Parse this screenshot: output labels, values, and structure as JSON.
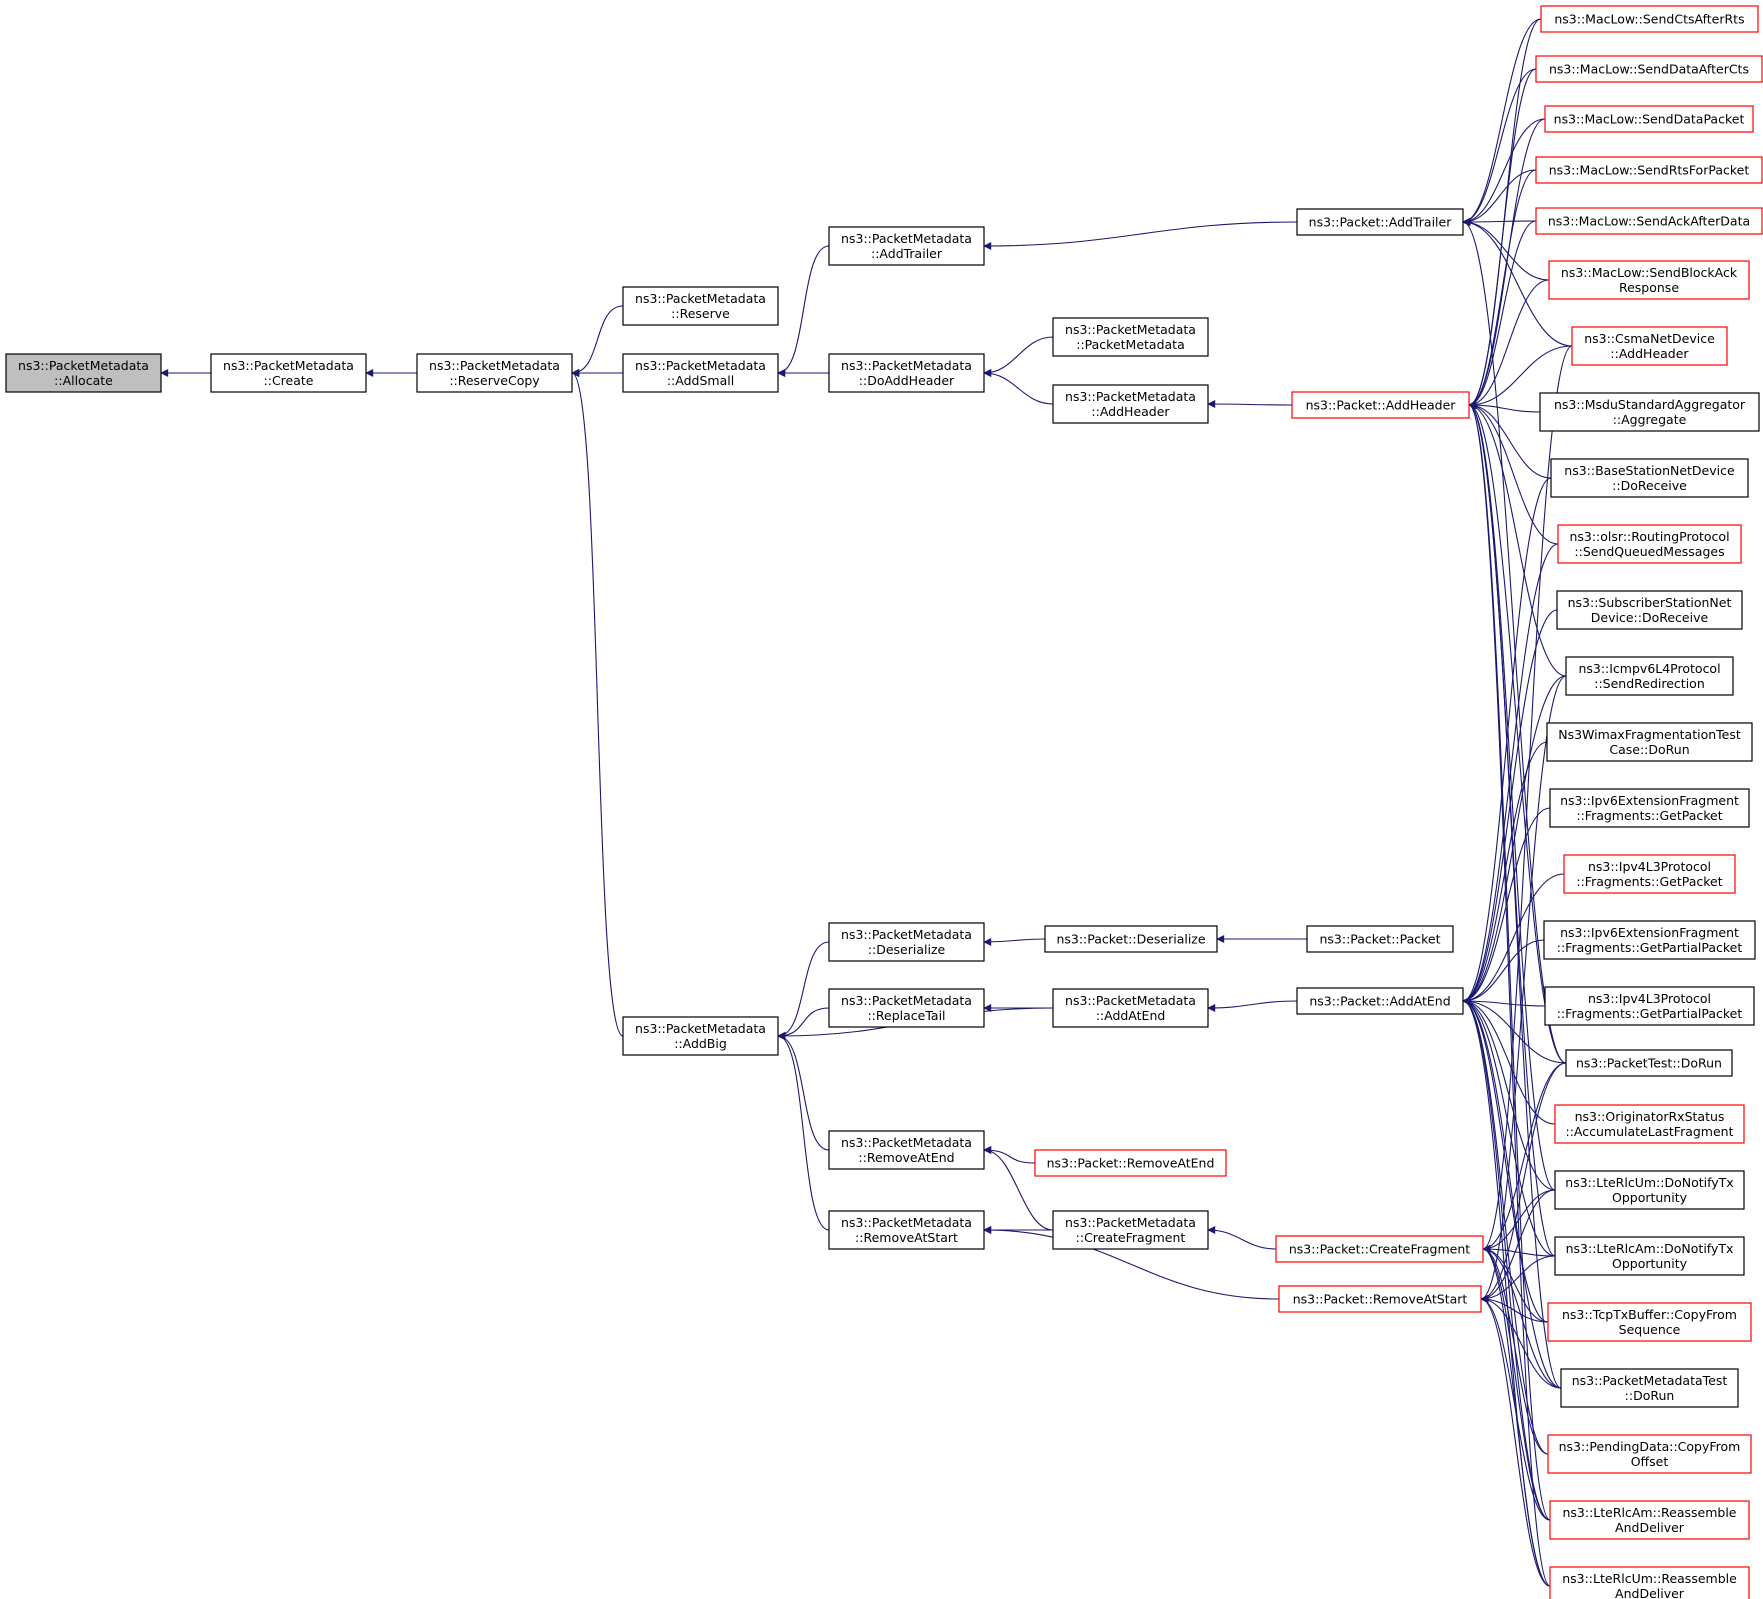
{
  "colors": {
    "edge": "#191970",
    "root_fill": "#bfbfbf",
    "node_fill": "#ffffff",
    "border_normal": "#000000",
    "border_truncated": "#ff0000"
  },
  "nodes": [
    {
      "id": "allocate",
      "lines": [
        "ns3::PacketMetadata",
        "::Allocate"
      ],
      "kind": "root"
    },
    {
      "id": "create",
      "lines": [
        "ns3::PacketMetadata",
        "::Create"
      ],
      "kind": "normal"
    },
    {
      "id": "reservecopy",
      "lines": [
        "ns3::PacketMetadata",
        "::ReserveCopy"
      ],
      "kind": "normal"
    },
    {
      "id": "reserve",
      "lines": [
        "ns3::PacketMetadata",
        "::Reserve"
      ],
      "kind": "normal"
    },
    {
      "id": "addsmall",
      "lines": [
        "ns3::PacketMetadata",
        "::AddSmall"
      ],
      "kind": "normal"
    },
    {
      "id": "addbig",
      "lines": [
        "ns3::PacketMetadata",
        "::AddBig"
      ],
      "kind": "normal"
    },
    {
      "id": "pm_addtrailer",
      "lines": [
        "ns3::PacketMetadata",
        "::AddTrailer"
      ],
      "kind": "normal"
    },
    {
      "id": "pm_doaddheader",
      "lines": [
        "ns3::PacketMetadata",
        "::DoAddHeader"
      ],
      "kind": "normal"
    },
    {
      "id": "pm_deserialize",
      "lines": [
        "ns3::PacketMetadata",
        "::Deserialize"
      ],
      "kind": "normal"
    },
    {
      "id": "pm_replacetail",
      "lines": [
        "ns3::PacketMetadata",
        "::ReplaceTail"
      ],
      "kind": "normal"
    },
    {
      "id": "pm_removeatend",
      "lines": [
        "ns3::PacketMetadata",
        "::RemoveAtEnd"
      ],
      "kind": "normal"
    },
    {
      "id": "pm_removeatstart",
      "lines": [
        "ns3::PacketMetadata",
        "::RemoveAtStart"
      ],
      "kind": "normal"
    },
    {
      "id": "pm_packetmetadata",
      "lines": [
        "ns3::PacketMetadata",
        "::PacketMetadata"
      ],
      "kind": "normal"
    },
    {
      "id": "pm_addheader",
      "lines": [
        "ns3::PacketMetadata",
        "::AddHeader"
      ],
      "kind": "normal"
    },
    {
      "id": "p_deserialize",
      "lines": [
        "ns3::Packet::Deserialize"
      ],
      "kind": "normal"
    },
    {
      "id": "pm_addatend",
      "lines": [
        "ns3::PacketMetadata",
        "::AddAtEnd"
      ],
      "kind": "normal"
    },
    {
      "id": "p_removeatend",
      "lines": [
        "ns3::Packet::RemoveAtEnd"
      ],
      "kind": "truncated"
    },
    {
      "id": "pm_createfragment",
      "lines": [
        "ns3::PacketMetadata",
        "::CreateFragment"
      ],
      "kind": "normal"
    },
    {
      "id": "p_addtrailer",
      "lines": [
        "ns3::Packet::AddTrailer"
      ],
      "kind": "normal"
    },
    {
      "id": "p_addheader",
      "lines": [
        "ns3::Packet::AddHeader"
      ],
      "kind": "truncated"
    },
    {
      "id": "p_packet",
      "lines": [
        "ns3::Packet::Packet"
      ],
      "kind": "normal"
    },
    {
      "id": "p_addatend",
      "lines": [
        "ns3::Packet::AddAtEnd"
      ],
      "kind": "normal"
    },
    {
      "id": "p_createfragment",
      "lines": [
        "ns3::Packet::CreateFragment"
      ],
      "kind": "truncated"
    },
    {
      "id": "p_removeatstart",
      "lines": [
        "ns3::Packet::RemoveAtStart"
      ],
      "kind": "truncated"
    },
    {
      "id": "r_sendctsafterrts",
      "lines": [
        "ns3::MacLow::SendCtsAfterRts"
      ],
      "kind": "truncated"
    },
    {
      "id": "r_senddataaftercts",
      "lines": [
        "ns3::MacLow::SendDataAfterCts"
      ],
      "kind": "truncated"
    },
    {
      "id": "r_senddatapacket",
      "lines": [
        "ns3::MacLow::SendDataPacket"
      ],
      "kind": "truncated"
    },
    {
      "id": "r_sendrtsforpacket",
      "lines": [
        "ns3::MacLow::SendRtsForPacket"
      ],
      "kind": "truncated"
    },
    {
      "id": "r_sendackafterdata",
      "lines": [
        "ns3::MacLow::SendAckAfterData"
      ],
      "kind": "truncated"
    },
    {
      "id": "r_sendblockack",
      "lines": [
        "ns3::MacLow::SendBlockAck",
        "Response"
      ],
      "kind": "truncated"
    },
    {
      "id": "r_csma_addheader",
      "lines": [
        "ns3::CsmaNetDevice",
        "::AddHeader"
      ],
      "kind": "truncated"
    },
    {
      "id": "r_msdu_aggregate",
      "lines": [
        "ns3::MsduStandardAggregator",
        "::Aggregate"
      ],
      "kind": "normal"
    },
    {
      "id": "r_bs_doreceive",
      "lines": [
        "ns3::BaseStationNetDevice",
        "::DoReceive"
      ],
      "kind": "normal"
    },
    {
      "id": "r_olsr_send",
      "lines": [
        "ns3::olsr::RoutingProtocol",
        "::SendQueuedMessages"
      ],
      "kind": "truncated"
    },
    {
      "id": "r_ss_doreceive",
      "lines": [
        "ns3::SubscriberStationNet",
        "Device::DoReceive"
      ],
      "kind": "normal"
    },
    {
      "id": "r_icmpv6_redirect",
      "lines": [
        "ns3::Icmpv6L4Protocol",
        "::SendRedirection"
      ],
      "kind": "normal"
    },
    {
      "id": "r_wimax_dorun",
      "lines": [
        "Ns3WimaxFragmentationTest",
        "Case::DoRun"
      ],
      "kind": "normal"
    },
    {
      "id": "r_ipv6ext_getpacket",
      "lines": [
        "ns3::Ipv6ExtensionFragment",
        "::Fragments::GetPacket"
      ],
      "kind": "normal"
    },
    {
      "id": "r_ipv4l3_getpacket",
      "lines": [
        "ns3::Ipv4L3Protocol",
        "::Fragments::GetPacket"
      ],
      "kind": "truncated"
    },
    {
      "id": "r_ipv6ext_getpartial",
      "lines": [
        "ns3::Ipv6ExtensionFragment",
        "::Fragments::GetPartialPacket"
      ],
      "kind": "normal"
    },
    {
      "id": "r_ipv4l3_getpartial",
      "lines": [
        "ns3::Ipv4L3Protocol",
        "::Fragments::GetPartialPacket"
      ],
      "kind": "normal"
    },
    {
      "id": "r_packettest",
      "lines": [
        "ns3::PacketTest::DoRun"
      ],
      "kind": "normal"
    },
    {
      "id": "r_originator",
      "lines": [
        "ns3::OriginatorRxStatus",
        "::AccumulateLastFragment"
      ],
      "kind": "truncated"
    },
    {
      "id": "r_lterlcum_notify",
      "lines": [
        "ns3::LteRlcUm::DoNotifyTx",
        "Opportunity"
      ],
      "kind": "normal"
    },
    {
      "id": "r_lterlcam_notify",
      "lines": [
        "ns3::LteRlcAm::DoNotifyTx",
        "Opportunity"
      ],
      "kind": "normal"
    },
    {
      "id": "r_tcptx_copy",
      "lines": [
        "ns3::TcpTxBuffer::CopyFrom",
        "Sequence"
      ],
      "kind": "truncated"
    },
    {
      "id": "r_pmtest_dorun",
      "lines": [
        "ns3::PacketMetadataTest",
        "::DoRun"
      ],
      "kind": "normal"
    },
    {
      "id": "r_pending_copy",
      "lines": [
        "ns3::PendingData::CopyFrom",
        "Offset"
      ],
      "kind": "truncated"
    },
    {
      "id": "r_lterlcam_reassemble",
      "lines": [
        "ns3::LteRlcAm::Reassemble",
        "AndDeliver"
      ],
      "kind": "truncated"
    },
    {
      "id": "r_lterlcum_reassemble",
      "lines": [
        "ns3::LteRlcUm::Reassemble",
        "AndDeliver"
      ],
      "kind": "truncated"
    }
  ],
  "edges": [
    [
      "create",
      "allocate"
    ],
    [
      "reservecopy",
      "create"
    ],
    [
      "reserve",
      "reservecopy"
    ],
    [
      "addsmall",
      "reservecopy"
    ],
    [
      "addbig",
      "reservecopy"
    ],
    [
      "pm_addtrailer",
      "addsmall"
    ],
    [
      "pm_doaddheader",
      "addsmall"
    ],
    [
      "pm_deserialize",
      "addbig"
    ],
    [
      "pm_replacetail",
      "addbig"
    ],
    [
      "pm_addatend",
      "addbig"
    ],
    [
      "pm_removeatend",
      "addbig"
    ],
    [
      "pm_removeatstart",
      "addbig"
    ],
    [
      "pm_packetmetadata",
      "pm_doaddheader"
    ],
    [
      "pm_addheader",
      "pm_doaddheader"
    ],
    [
      "p_addtrailer",
      "pm_addtrailer"
    ],
    [
      "p_addheader",
      "pm_addheader"
    ],
    [
      "p_deserialize",
      "pm_deserialize"
    ],
    [
      "p_packet",
      "p_deserialize"
    ],
    [
      "pm_addatend",
      "pm_replacetail"
    ],
    [
      "p_addatend",
      "pm_addatend"
    ],
    [
      "p_removeatend",
      "pm_removeatend"
    ],
    [
      "pm_createfragment",
      "pm_removeatend"
    ],
    [
      "pm_createfragment",
      "pm_removeatstart"
    ],
    [
      "p_createfragment",
      "pm_createfragment"
    ],
    [
      "p_removeatstart",
      "pm_removeatstart"
    ],
    [
      "r_sendctsafterrts",
      "p_addtrailer"
    ],
    [
      "r_senddataaftercts",
      "p_addtrailer"
    ],
    [
      "r_senddatapacket",
      "p_addtrailer"
    ],
    [
      "r_sendrtsforpacket",
      "p_addtrailer"
    ],
    [
      "r_sendackafterdata",
      "p_addtrailer"
    ],
    [
      "r_sendblockack",
      "p_addtrailer"
    ],
    [
      "r_csma_addheader",
      "p_addtrailer"
    ],
    [
      "r_packettest",
      "p_addtrailer"
    ],
    [
      "r_sendctsafterrts",
      "p_addheader"
    ],
    [
      "r_senddataaftercts",
      "p_addheader"
    ],
    [
      "r_senddatapacket",
      "p_addheader"
    ],
    [
      "r_sendrtsforpacket",
      "p_addheader"
    ],
    [
      "r_sendackafterdata",
      "p_addheader"
    ],
    [
      "r_sendblockack",
      "p_addheader"
    ],
    [
      "r_csma_addheader",
      "p_addheader"
    ],
    [
      "r_msdu_aggregate",
      "p_addheader"
    ],
    [
      "r_bs_doreceive",
      "p_addheader"
    ],
    [
      "r_olsr_send",
      "p_addheader"
    ],
    [
      "r_icmpv6_redirect",
      "p_addheader"
    ],
    [
      "r_packettest",
      "p_addheader"
    ],
    [
      "r_pmtest_dorun",
      "p_addheader"
    ],
    [
      "r_lterlcam_notify",
      "p_addheader"
    ],
    [
      "r_lterlcum_notify",
      "p_addheader"
    ],
    [
      "r_lterlcam_reassemble",
      "p_addheader"
    ],
    [
      "r_lterlcum_reassemble",
      "p_addheader"
    ],
    [
      "r_bs_doreceive",
      "p_addatend"
    ],
    [
      "r_olsr_send",
      "p_addatend"
    ],
    [
      "r_ss_doreceive",
      "p_addatend"
    ],
    [
      "r_icmpv6_redirect",
      "p_addatend"
    ],
    [
      "r_wimax_dorun",
      "p_addatend"
    ],
    [
      "r_ipv6ext_getpacket",
      "p_addatend"
    ],
    [
      "r_ipv4l3_getpacket",
      "p_addatend"
    ],
    [
      "r_ipv6ext_getpartial",
      "p_addatend"
    ],
    [
      "r_ipv4l3_getpartial",
      "p_addatend"
    ],
    [
      "r_packettest",
      "p_addatend"
    ],
    [
      "r_originator",
      "p_addatend"
    ],
    [
      "r_lterlcum_notify",
      "p_addatend"
    ],
    [
      "r_lterlcam_notify",
      "p_addatend"
    ],
    [
      "r_tcptx_copy",
      "p_addatend"
    ],
    [
      "r_pmtest_dorun",
      "p_addatend"
    ],
    [
      "r_pending_copy",
      "p_addatend"
    ],
    [
      "r_lterlcam_reassemble",
      "p_addatend"
    ],
    [
      "r_lterlcum_reassemble",
      "p_addatend"
    ],
    [
      "r_csma_addheader",
      "p_createfragment"
    ],
    [
      "r_packettest",
      "p_createfragment"
    ],
    [
      "r_lterlcum_notify",
      "p_createfragment"
    ],
    [
      "r_lterlcam_notify",
      "p_createfragment"
    ],
    [
      "r_tcptx_copy",
      "p_createfragment"
    ],
    [
      "r_pmtest_dorun",
      "p_createfragment"
    ],
    [
      "r_pending_copy",
      "p_createfragment"
    ],
    [
      "r_lterlcam_reassemble",
      "p_createfragment"
    ],
    [
      "r_lterlcum_reassemble",
      "p_createfragment"
    ],
    [
      "r_icmpv6_redirect",
      "p_removeatstart"
    ],
    [
      "r_packettest",
      "p_removeatstart"
    ],
    [
      "r_lterlcum_notify",
      "p_removeatstart"
    ],
    [
      "r_lterlcam_notify",
      "p_removeatstart"
    ],
    [
      "r_tcptx_copy",
      "p_removeatstart"
    ],
    [
      "r_pmtest_dorun",
      "p_removeatstart"
    ],
    [
      "r_lterlcam_reassemble",
      "p_removeatstart"
    ],
    [
      "r_lterlcum_reassemble",
      "p_removeatstart"
    ]
  ]
}
